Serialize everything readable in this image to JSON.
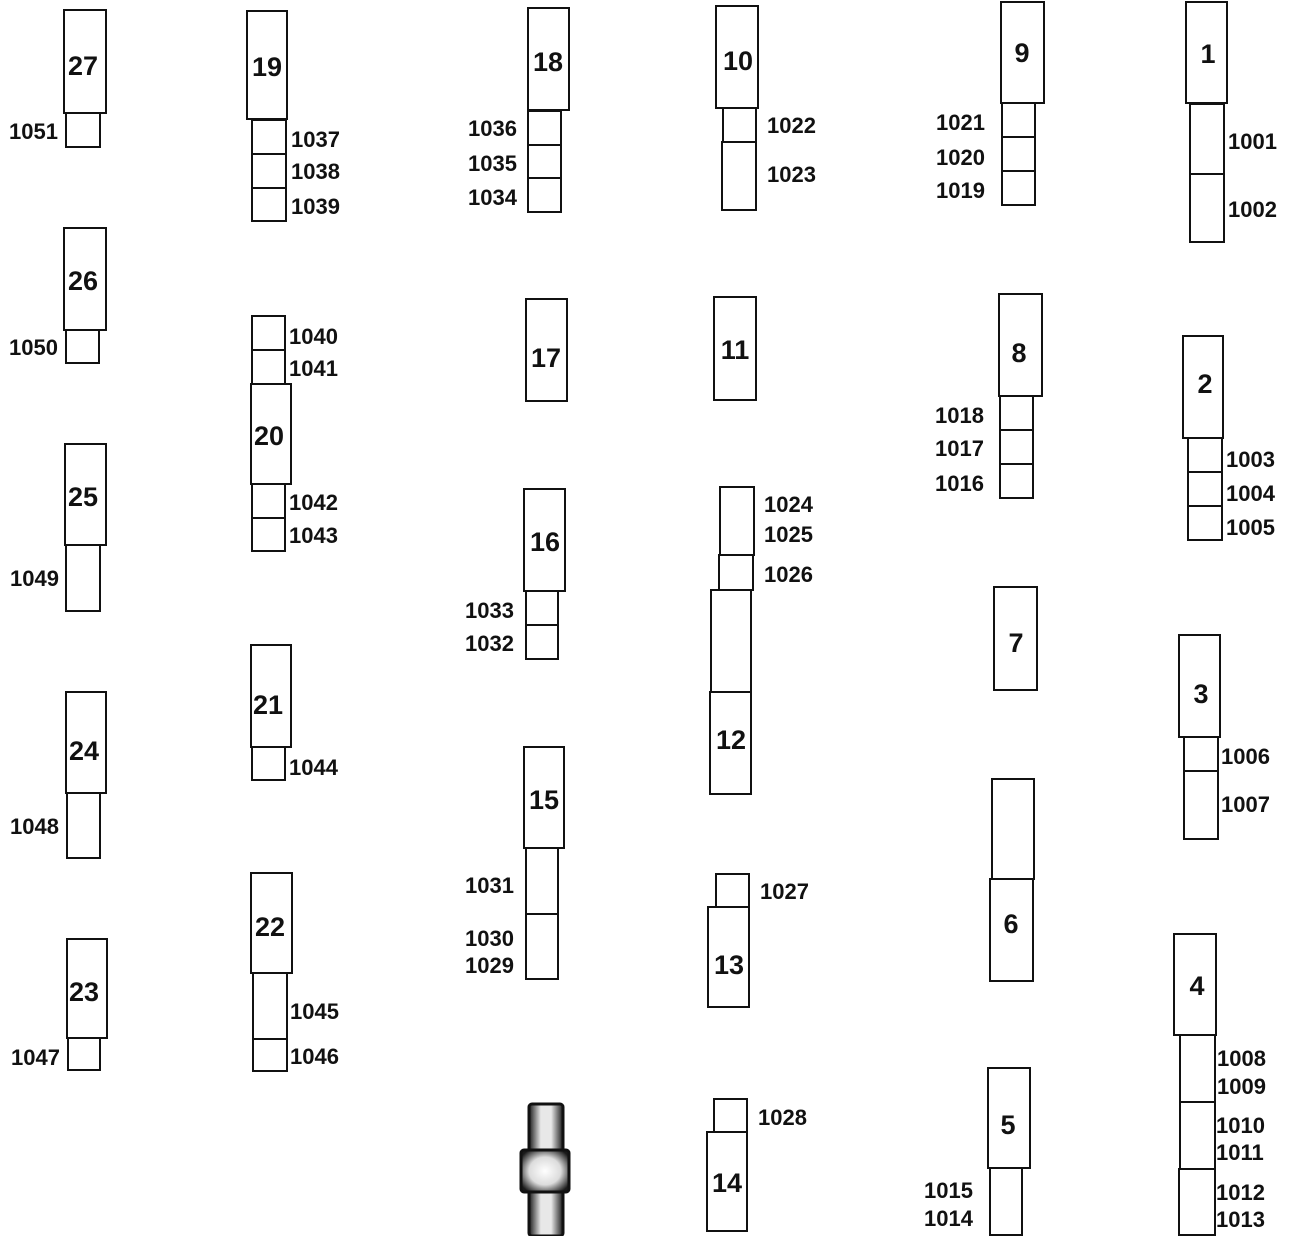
{
  "blocks": [
    {
      "num": "27"
    },
    {
      "num": "26"
    },
    {
      "num": "25"
    },
    {
      "num": "24"
    },
    {
      "num": "23"
    },
    {
      "num": "19"
    },
    {
      "num": "20"
    },
    {
      "num": "21"
    },
    {
      "num": "22"
    },
    {
      "num": "18"
    },
    {
      "num": "17"
    },
    {
      "num": "16"
    },
    {
      "num": "15"
    },
    {
      "num": "10"
    },
    {
      "num": "11"
    },
    {
      "num": "12"
    },
    {
      "num": "13"
    },
    {
      "num": "14"
    },
    {
      "num": "9"
    },
    {
      "num": "8"
    },
    {
      "num": "7"
    },
    {
      "num": "6"
    },
    {
      "num": "5"
    },
    {
      "num": "1"
    },
    {
      "num": "2"
    },
    {
      "num": "3"
    },
    {
      "num": "4"
    }
  ],
  "labels": [
    "1051",
    "1050",
    "1049",
    "1048",
    "1047",
    "1037",
    "1038",
    "1039",
    "1040",
    "1041",
    "1042",
    "1043",
    "1044",
    "1045",
    "1046",
    "1036",
    "1035",
    "1034",
    "1033",
    "1032",
    "1031",
    "1030",
    "1029",
    "1022",
    "1023",
    "1024",
    "1025",
    "1026",
    "1027",
    "1028",
    "1021",
    "1020",
    "1019",
    "1018",
    "1017",
    "1016",
    "1015",
    "1014",
    "1001",
    "1002",
    "1003",
    "1004",
    "1005",
    "1006",
    "1007",
    "1008",
    "1009",
    "1010",
    "1011",
    "1012",
    "1013"
  ]
}
